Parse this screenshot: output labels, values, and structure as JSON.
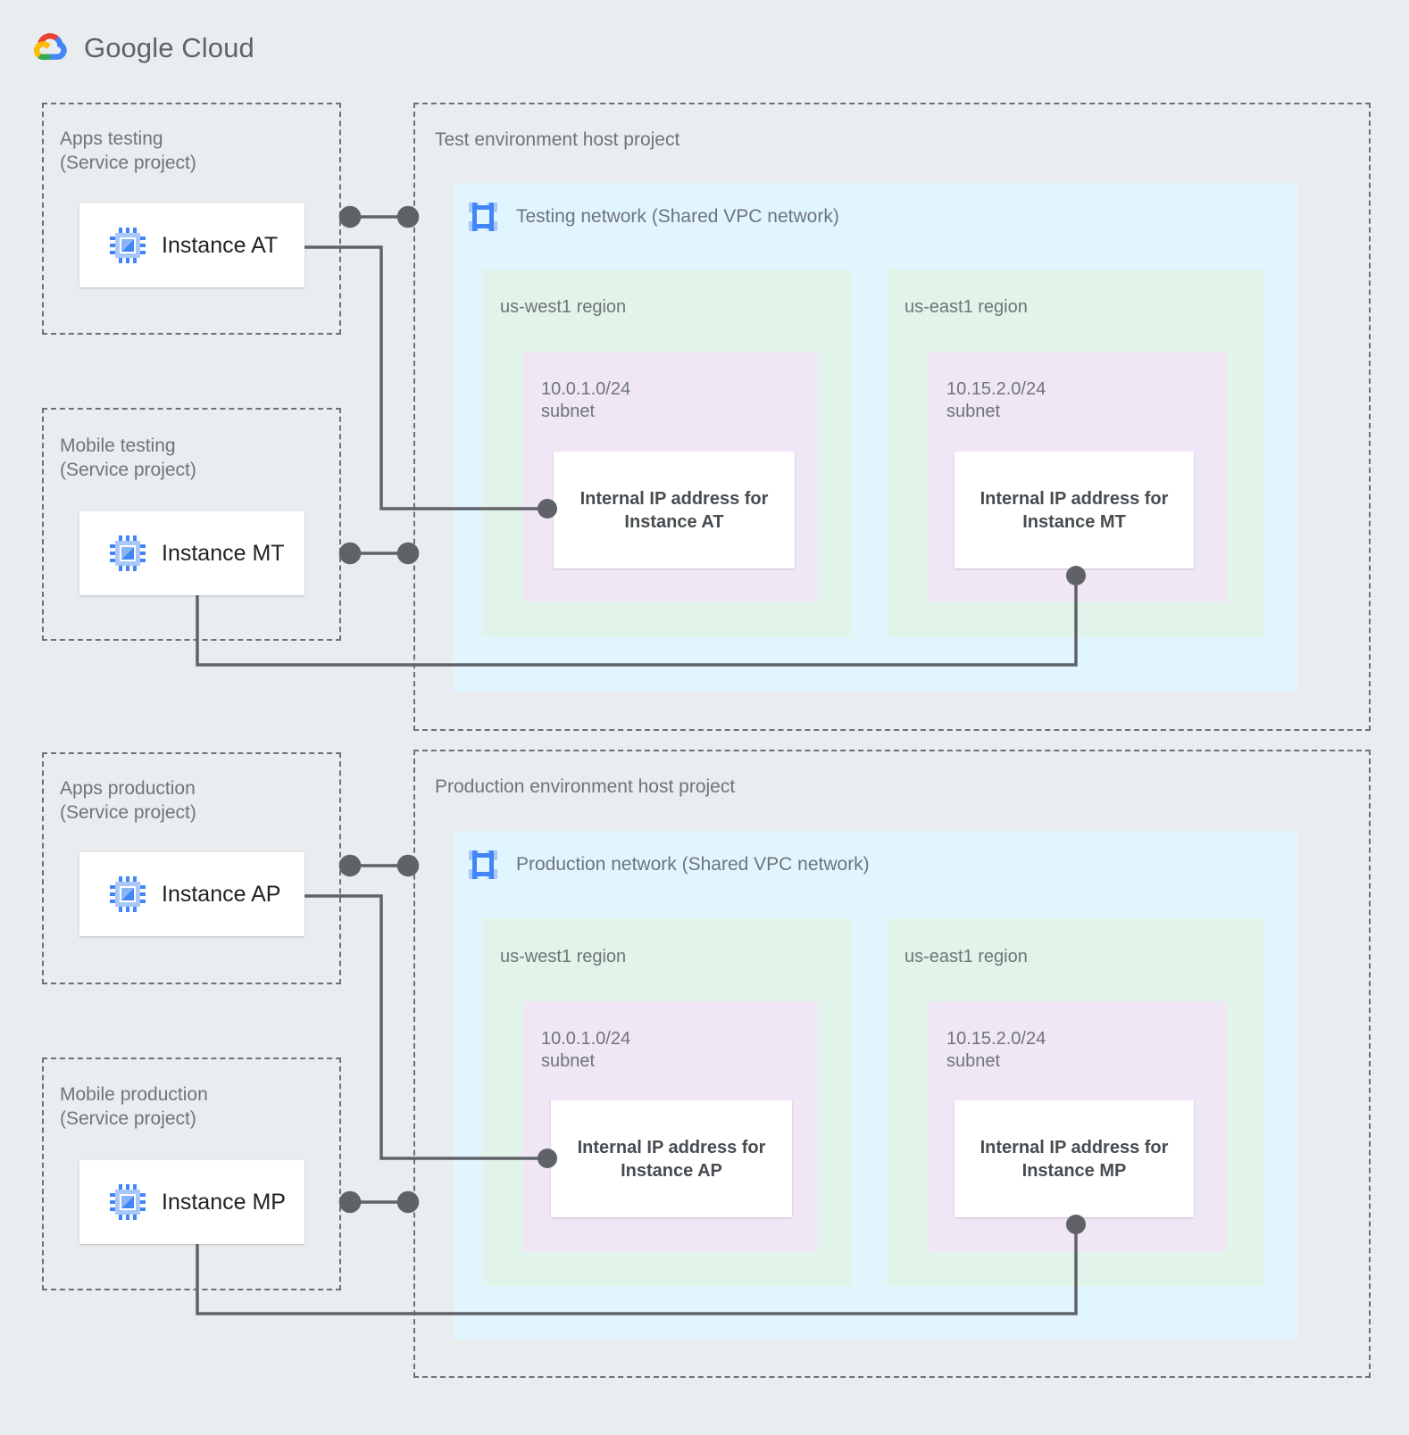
{
  "brand": {
    "name_bold": "Google",
    "name_light": " Cloud",
    "logo_icon": "google-cloud-logo"
  },
  "colors": {
    "page_bg": "#e9edef",
    "vpc_bg": "#e1f5fe",
    "region_bg": "#e2f3e9",
    "subnet_bg": "#efe6f6",
    "box_bg": "#ffffff",
    "dashed_border": "#6b7276",
    "wire": "#5f6368",
    "text_muted": "#6e7579",
    "text_dark": "#202124",
    "icon_blue": "#4285f4",
    "icon_blue_light": "#a8c7fa"
  },
  "service_projects": [
    {
      "id": "apps-testing",
      "label": "Apps testing\n(Service project)",
      "instance": {
        "name": "Instance AT",
        "icon": "compute-instance-icon"
      }
    },
    {
      "id": "mobile-testing",
      "label": "Mobile testing\n(Service project)",
      "instance": {
        "name": "Instance MT",
        "icon": "compute-instance-icon"
      }
    },
    {
      "id": "apps-production",
      "label": "Apps production\n(Service project)",
      "instance": {
        "name": "Instance AP",
        "icon": "compute-instance-icon"
      }
    },
    {
      "id": "mobile-production",
      "label": "Mobile production\n(Service project)",
      "instance": {
        "name": "Instance MP",
        "icon": "compute-instance-icon"
      }
    }
  ],
  "host_projects": [
    {
      "id": "test-host",
      "title": "Test environment host project",
      "network": {
        "title": "Testing network (Shared VPC network)",
        "icon": "vpc-network-icon"
      },
      "regions": [
        {
          "id": "test-us-west1",
          "label": "us-west1 region",
          "subnet": {
            "label": "10.0.1.0/24\nsubnet",
            "ip_box": "Internal IP address for\nInstance AT"
          }
        },
        {
          "id": "test-us-east1",
          "label": "us-east1 region",
          "subnet": {
            "label": "10.15.2.0/24\nsubnet",
            "ip_box": "Internal IP address for\nInstance MT"
          }
        }
      ]
    },
    {
      "id": "prod-host",
      "title": "Production environment host project",
      "network": {
        "title": "Production network (Shared VPC network)",
        "icon": "vpc-network-icon"
      },
      "regions": [
        {
          "id": "prod-us-west1",
          "label": "us-west1 region",
          "subnet": {
            "label": "10.0.1.0/24\nsubnet",
            "ip_box": "Internal IP address for\nInstance AP"
          }
        },
        {
          "id": "prod-us-east1",
          "label": "us-east1 region",
          "subnet": {
            "label": "10.15.2.0/24\nsubnet",
            "ip_box": "Internal IP address for\nInstance MP"
          }
        }
      ]
    }
  ]
}
